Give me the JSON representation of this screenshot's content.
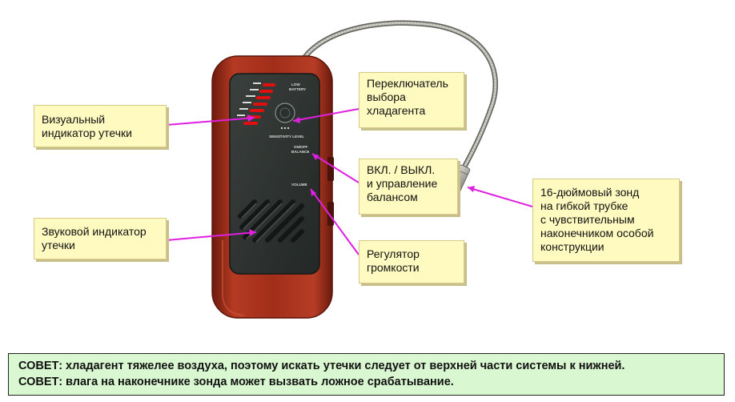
{
  "callouts": {
    "visual_indicator": [
      "Визуальный",
      "индикатор утечки"
    ],
    "refrigerant_switch": [
      "Переключатель",
      "выбора",
      "хладагента"
    ],
    "power_balance": [
      "ВКЛ. / ВЫКЛ.",
      "и управление",
      "балансом"
    ],
    "sound_indicator": [
      "Звуковой индикатор",
      "утечки"
    ],
    "volume": [
      "Регулятор",
      "громкости"
    ],
    "probe": [
      "16-дюймовый зонд",
      "на гибкой трубке",
      "с чувствительным",
      "наконечником особой",
      "конструкции"
    ]
  },
  "device_labels": {
    "low_battery": [
      "LOW",
      "BATTERY"
    ],
    "sensitivity": "SENSITIVITY LEVEL",
    "on_off": [
      "ON/OFF",
      "BALANCE"
    ],
    "volume": "VOLUME"
  },
  "tips": [
    "СОВЕТ: хладагент тяжелее воздуха, поэтому искать утечки следует от верхней части системы к нижней.",
    "СОВЕТ: влага на наконечнике зонда может вызвать ложное срабатывание."
  ],
  "colors": {
    "callout_bg": "#fffbc0",
    "tip_bg": "#d9f7d0",
    "pointer": "#e020e0",
    "device_shell": "#9a2a18",
    "device_face": "#2d3330",
    "led": "#e01010"
  }
}
